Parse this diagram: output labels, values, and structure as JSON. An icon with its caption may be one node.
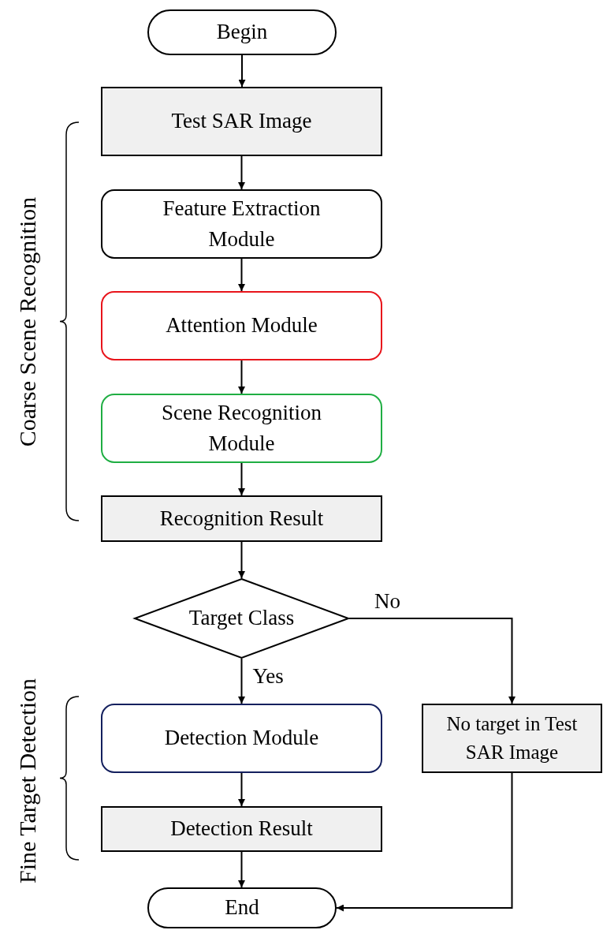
{
  "diagram": {
    "nodes": [
      {
        "text": [
          "Begin"
        ]
      },
      {
        "text": [
          "Test SAR Image"
        ]
      },
      {
        "text": [
          "Feature Extraction Module"
        ]
      },
      {
        "text": [
          "Attention Module"
        ]
      },
      {
        "text": [
          "Scene Recognition Module"
        ]
      },
      {
        "text": [
          "Recognition Result"
        ]
      },
      {
        "text": [
          "Target Class"
        ]
      },
      {
        "text": [
          "Detection Module"
        ]
      },
      {
        "text": [
          "Detection Result"
        ]
      },
      {
        "text": [
          "End"
        ]
      },
      {
        "text": [
          "No target in Test SAR Image"
        ]
      }
    ],
    "edges": [
      {
        "from": 0,
        "to": 1,
        "arrow": "to"
      },
      {
        "from": 1,
        "to": 2,
        "arrow": "to"
      },
      {
        "from": 2,
        "to": 3,
        "arrow": "to"
      },
      {
        "from": 3,
        "to": 4,
        "arrow": "to"
      },
      {
        "from": 4,
        "to": 5,
        "arrow": "to"
      },
      {
        "from": 5,
        "to": 6,
        "arrow": "to"
      },
      {
        "from": 6,
        "to": 7,
        "arrow": "to",
        "label": "Yes"
      },
      {
        "from": 7,
        "to": 8,
        "arrow": "to"
      },
      {
        "from": 8,
        "to": 9,
        "arrow": "to"
      },
      {
        "from": 6,
        "to": 10,
        "arrow": "to",
        "label": "No"
      },
      {
        "from": 10,
        "to": 9,
        "arrow": "to"
      }
    ],
    "labels": [
      "Coarse Scene Recognition",
      "Fine Target Detection"
    ]
  }
}
